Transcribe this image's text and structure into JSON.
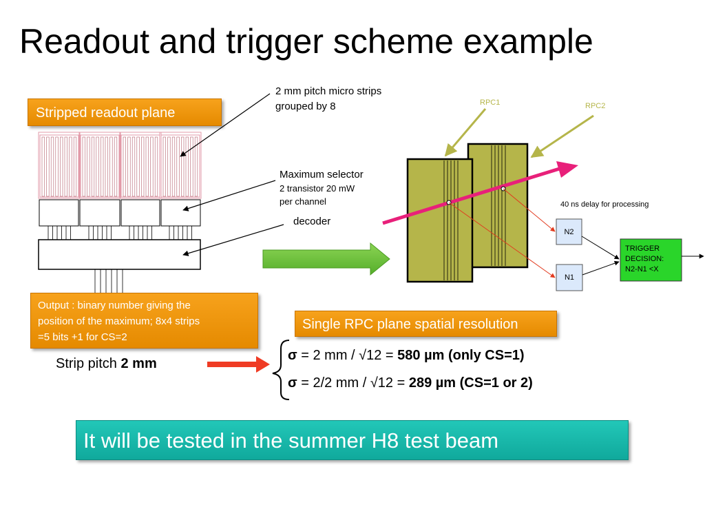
{
  "slide": {
    "title": "Readout and trigger scheme example"
  },
  "left": {
    "stripped_label": "Stripped readout plane",
    "strips_note_line1": "2 mm pitch micro strips",
    "strips_note_line2": "grouped by 8",
    "selector_title": "Maximum selector",
    "selector_line1": "2 transistor 20 mW",
    "selector_line2": "per channel",
    "decoder_label": "decoder",
    "output_line1": "Output : binary number giving the",
    "output_line2": "position of the maximum; 8x4 strips",
    "output_line3": "=5 bits +1 for CS=2",
    "strip_pitch_text": "Strip pitch ",
    "strip_pitch_value": "2 mm"
  },
  "right": {
    "rpc1_label": "RPC1",
    "rpc2_label": "RPC2",
    "delay_label": "40 ns delay for processing",
    "n2_label": "N2",
    "n1_label": "N1",
    "trigger_line1": "TRIGGER",
    "trigger_line2": "DECISION:",
    "trigger_line3": "N2-N1 <X",
    "resolution_label": "Single RPC plane spatial resolution",
    "sigma1_sym": "σ",
    "sigma1_mid": " = 2 mm / √12 = ",
    "sigma1_bold": "580 µm (only CS=1)",
    "sigma2_sym": "σ",
    "sigma2_mid": " = 2/2 mm / √12 = ",
    "sigma2_bold": "289 µm (CS=1 or 2)"
  },
  "banner": {
    "text": "It will be tested in the summer H8 test beam"
  },
  "colors": {
    "orange": "#f29a14",
    "teal": "#17b8aa",
    "olive": "#b5b54a",
    "magenta": "#e8207a",
    "green_arrow": "#6ec43a",
    "red_arrow": "#ef3b24",
    "trigger_green": "#2ad52a",
    "n_box": "#dbe9fb",
    "strip_pink": "#e29aa8"
  }
}
